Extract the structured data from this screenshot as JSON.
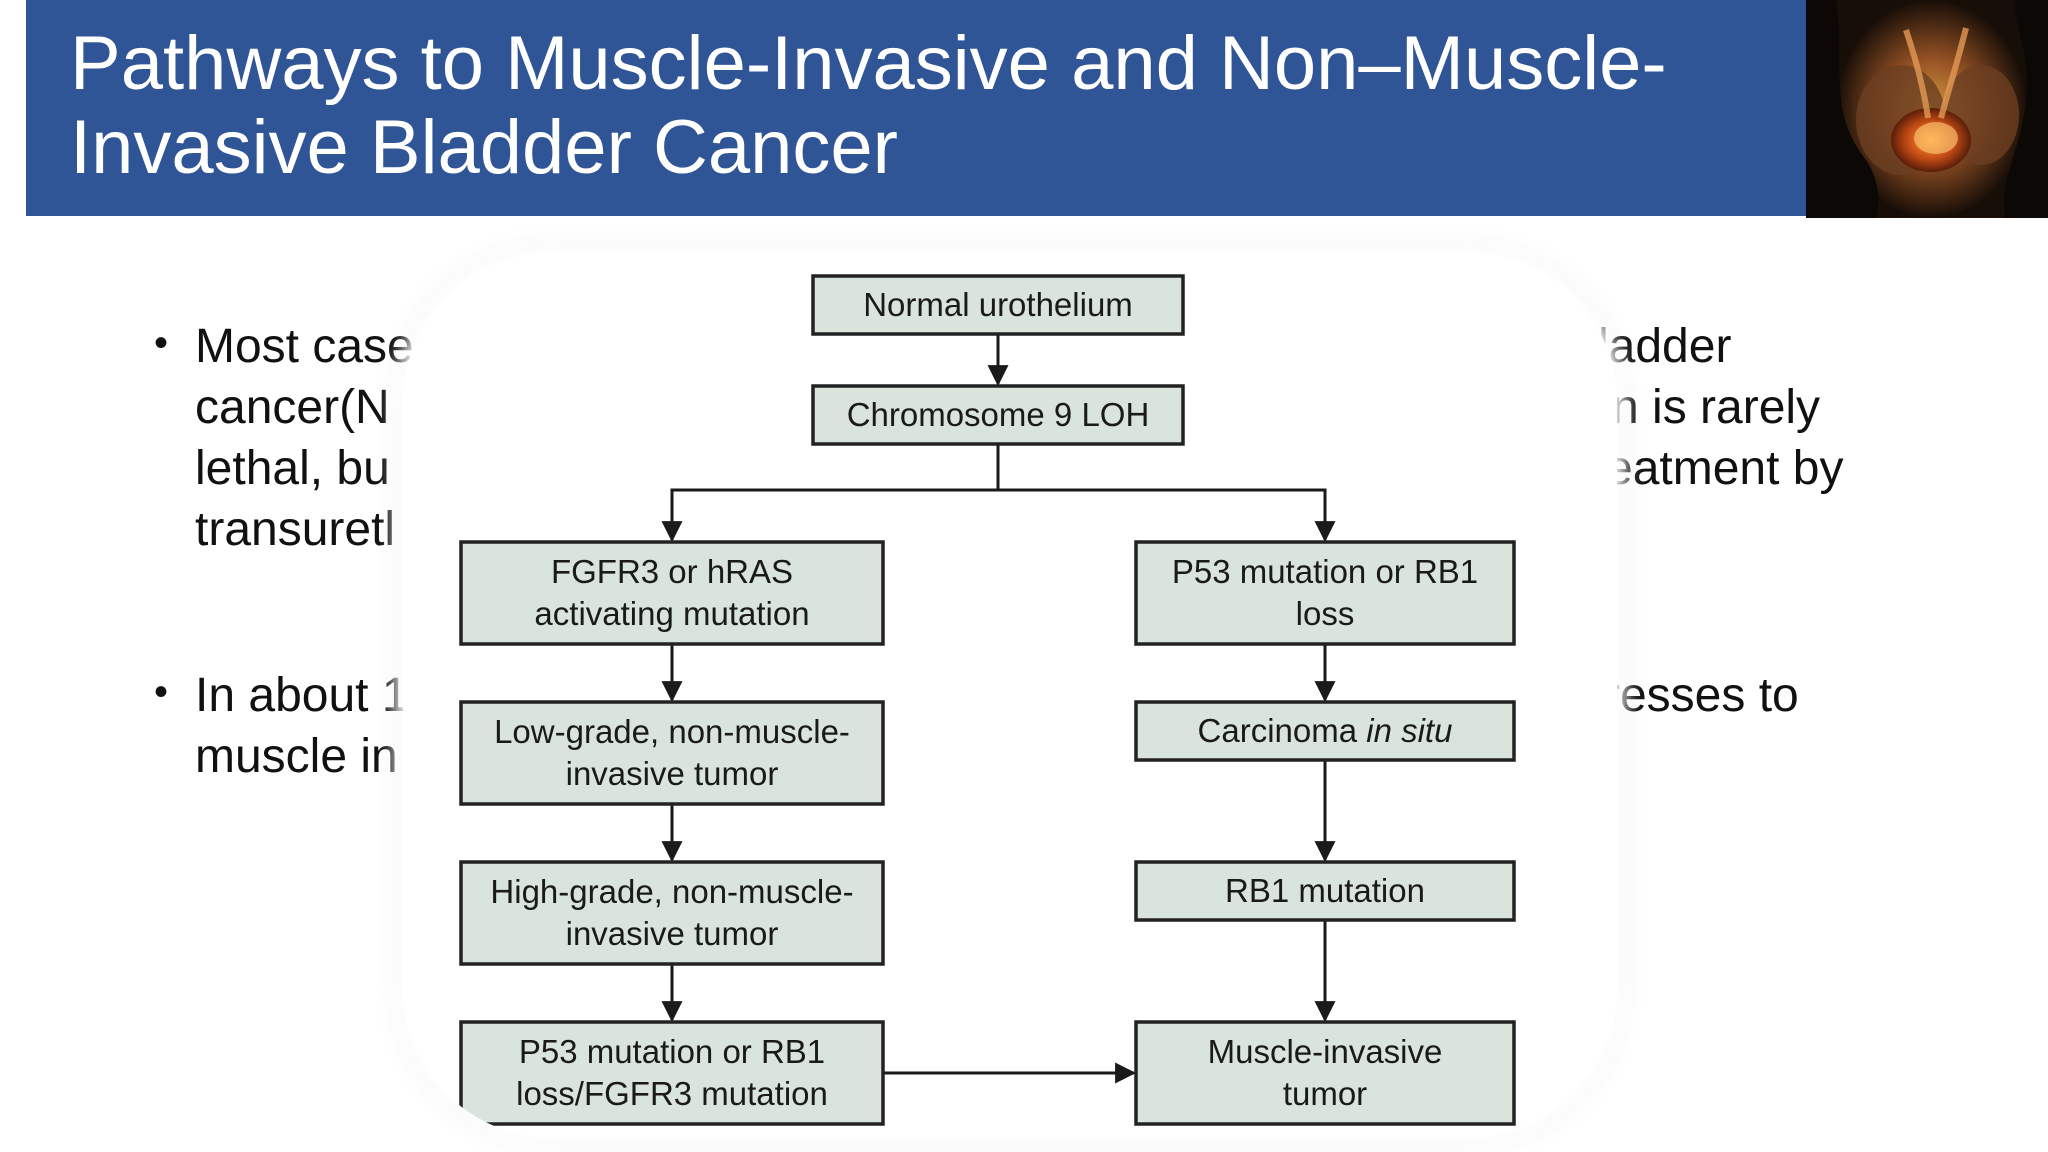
{
  "slide": {
    "title": "Pathways to Muscle-Invasive and Non–Muscle-\nInvasive Bladder Cancer",
    "image_description_name": "pelvic-anatomy-image"
  },
  "bullets": [
    {
      "left_lines": [
        "Most case",
        "cancer(N",
        "lethal, bu",
        "transuretl"
      ],
      "right_lines": [
        "ladder",
        "n is rarely",
        "eatment by"
      ]
    },
    {
      "left_lines": [
        "In about 1",
        "muscle in"
      ],
      "right_lines": [
        "resses to"
      ]
    }
  ],
  "flowchart": {
    "nodes": {
      "normal": [
        "Normal urothelium"
      ],
      "chr9": [
        "Chromosome 9 LOH"
      ],
      "fgfr3": [
        "FGFR3 or hRAS",
        "activating mutation"
      ],
      "p53_left": [
        "P53 mutation or RB1",
        "loss"
      ],
      "low_grade": [
        "Low-grade, non-muscle-",
        "invasive tumor"
      ],
      "cis": [
        "Carcinoma ",
        "in situ"
      ],
      "high_grade": [
        "High-grade, non-muscle-",
        "invasive tumor"
      ],
      "rb1": [
        "RB1 mutation"
      ],
      "p53_bottom": [
        "P53 mutation or RB1",
        "loss/FGFR3 mutation"
      ],
      "muscle_invasive": [
        "Muscle-invasive",
        "tumor"
      ]
    },
    "edges": [
      [
        "normal",
        "chr9"
      ],
      [
        "chr9",
        "fgfr3"
      ],
      [
        "chr9",
        "p53_left"
      ],
      [
        "fgfr3",
        "low_grade"
      ],
      [
        "low_grade",
        "high_grade"
      ],
      [
        "high_grade",
        "p53_bottom"
      ],
      [
        "p53_bottom",
        "muscle_invasive"
      ],
      [
        "p53_left",
        "cis"
      ],
      [
        "cis",
        "rb1"
      ],
      [
        "rb1",
        "muscle_invasive"
      ]
    ]
  },
  "colors": {
    "title_bar": "#2f5597",
    "box_fill": "#d9e4dd",
    "box_stroke": "#222222"
  }
}
